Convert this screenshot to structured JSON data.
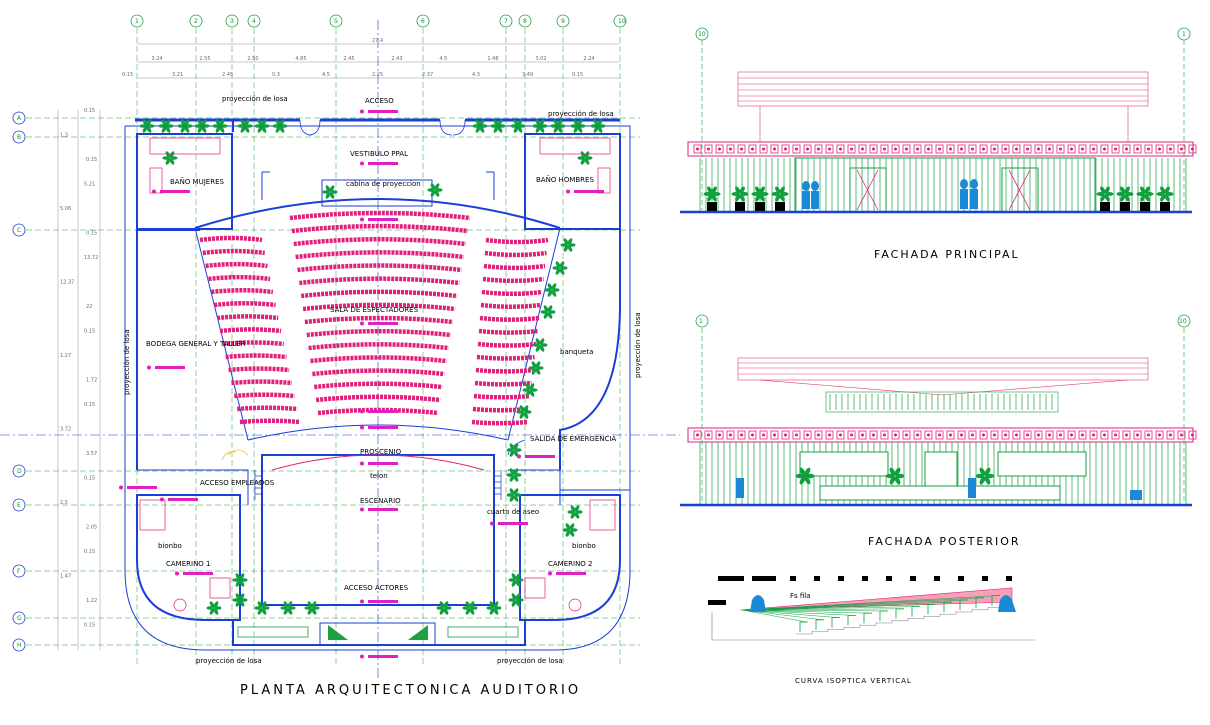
{
  "colors": {
    "wall": "#1a3fd6",
    "seat": "#e0207a",
    "plant": "#10a040",
    "dim": "#7a7a7a",
    "axis": "#20a040",
    "roof": "#e04070",
    "ground": "#1a3fd6"
  },
  "plan": {
    "title": "PLANTA ARQUITECTONICA AUDITORIO",
    "grid_cols": [
      "1",
      "2",
      "3",
      "4",
      "5",
      "6",
      "7",
      "8",
      "9",
      "10"
    ],
    "grid_rows": [
      "A",
      "B",
      "C",
      "D",
      "E",
      "F",
      "G",
      "H"
    ],
    "top_dims_row1": [
      "3.24",
      "2.55",
      "2.50",
      "4.85",
      "2.45",
      "2.43",
      "4.5",
      "1.48",
      "3.02",
      "2.24"
    ],
    "top_dims_row2": [
      "0.15",
      "3.21",
      "2.45",
      "0.3",
      "4.5",
      "2.25",
      "2.37",
      "4.3",
      "3.49",
      "0.15"
    ],
    "top_total": "27.4",
    "left_dims": [
      "0.15",
      "1.3",
      "0.15",
      "5.21",
      "5.06",
      "0.15",
      "13.72",
      "12.37",
      "22",
      "0.15",
      "1.27",
      "1.72",
      "0.15",
      "3.72",
      "3.57",
      "0.15",
      "2.5",
      "2.05",
      "0.15",
      "1.47",
      "1.22",
      "0.15"
    ],
    "labels": {
      "proyeccion_top": "proyección de losa",
      "proyeccion_top_right": "proyección de losa",
      "acceso": "ACCESO",
      "vestibulo": "VESTIBULO PPAL",
      "cabina": "cabina de proyeccion",
      "bano_mujeres": "BAÑO MUJERES",
      "bano_hombres": "BAÑO HOMBRES",
      "sala": "SALA DE ESPECTADORES",
      "bodega": "BODEGA GENERAL Y TALLER",
      "banqueta": "banqueta",
      "proyeccion_left": "proyección de losa",
      "proyeccion_right": "proyección de losa",
      "salida": "SALIDA DE EMERGENCIA",
      "proscenio": "PROSCENIO",
      "telon": "telon",
      "escenario": "ESCENARIO",
      "acceso_empleados": "ACCESO EMPLEADOS",
      "cuarto_aseo": "cuarto de aseo",
      "bidon_left": "bionbo",
      "bidon_right": "bionbo",
      "camerino1": "CAMERINO 1",
      "camerino2": "CAMERINO 2",
      "acceso_actores": "ACCESO ACTORES",
      "proyeccion_bottom_left": "proyección de losa",
      "proyeccion_bottom_right": "proyección de losa"
    }
  },
  "fachada_principal": {
    "title": "FACHADA PRINCIPAL",
    "axis_left": "10",
    "axis_right": "1"
  },
  "fachada_posterior": {
    "title": "FACHADA POSTERIOR",
    "axis_left": "1",
    "axis_right": "10"
  },
  "curva": {
    "title": "CURVA ISOPTICA VERTICAL",
    "label": "Fs fila"
  }
}
